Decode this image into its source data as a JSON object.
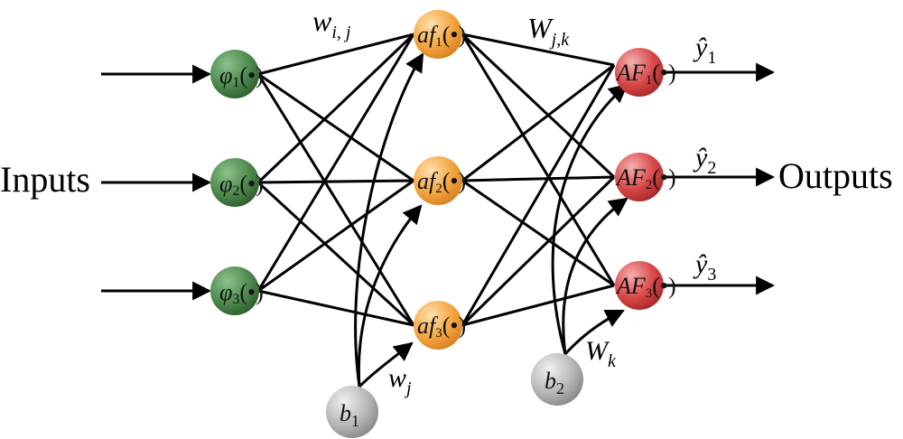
{
  "labels": {
    "inputs": "Inputs",
    "outputs": "Outputs",
    "w_ij_main": "w",
    "w_ij_sub": "i, j",
    "W_jk_main": "W",
    "W_jk_sub": "j,k",
    "w_j_main": "w",
    "w_j_sub": "j",
    "W_k_main": "W",
    "W_k_sub": "k"
  },
  "input_nodes": [
    {
      "main": "φ",
      "sub": "1",
      "tail": "(•)"
    },
    {
      "main": "φ",
      "sub": "2",
      "tail": "(•)"
    },
    {
      "main": "φ",
      "sub": "3",
      "tail": "(•)"
    }
  ],
  "hidden_nodes": [
    {
      "main": "af",
      "sub": "1",
      "tail": "(•)"
    },
    {
      "main": "af",
      "sub": "2",
      "tail": "(•)"
    },
    {
      "main": "af",
      "sub": "3",
      "tail": "(•)"
    }
  ],
  "output_nodes": [
    {
      "main": "AF",
      "sub": "1",
      "tail": "(•)"
    },
    {
      "main": "AF",
      "sub": "2",
      "tail": "(•)"
    },
    {
      "main": "AF",
      "sub": "3",
      "tail": "(•)"
    }
  ],
  "bias_nodes": [
    {
      "main": "b",
      "sub": "1"
    },
    {
      "main": "b",
      "sub": "2"
    }
  ],
  "outputs_y": [
    {
      "main": "ŷ",
      "sub": "1"
    },
    {
      "main": "ŷ",
      "sub": "2"
    },
    {
      "main": "ŷ",
      "sub": "3"
    }
  ],
  "colors": {
    "input_node": "#4e8a4e",
    "hidden_node": "#f5a640",
    "output_node": "#d94848",
    "bias_node": "#a8a8a8",
    "edge": "#000000"
  }
}
